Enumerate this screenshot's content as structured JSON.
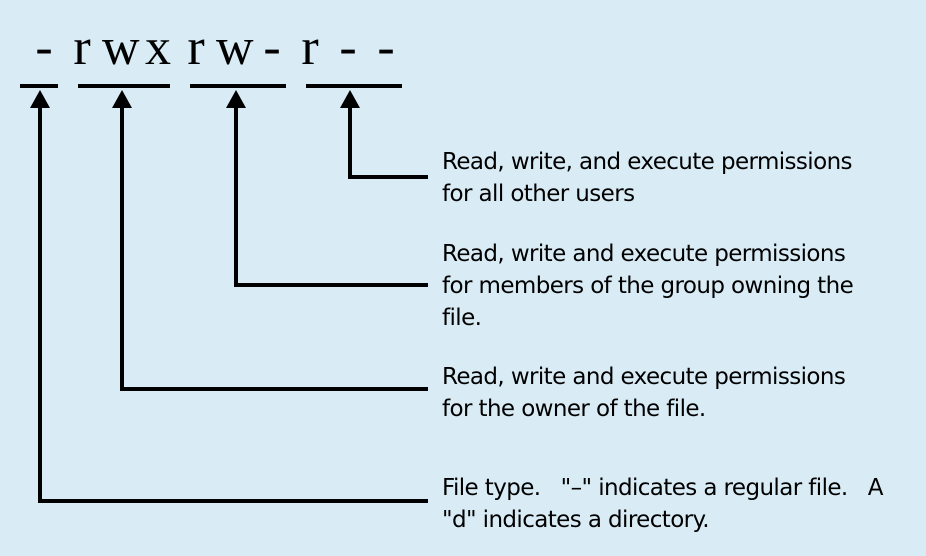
{
  "permission_string": [
    "-",
    "r",
    "w",
    "x",
    "r",
    "w",
    "-",
    "r",
    "-",
    "-"
  ],
  "labels": {
    "others": [
      "Read, write, and execute permissions",
      "for all other users"
    ],
    "group": [
      "Read, write and execute permissions",
      "for members of the group owning the",
      "file."
    ],
    "owner": [
      "Read, write and execute permissions",
      "for the owner of the file."
    ],
    "type": [
      "File type.   \"–\" indicates a regular file.   A",
      "\"d\" indicates a directory."
    ]
  },
  "colors": {
    "background": "#d9ecf6",
    "ink": "#000000"
  }
}
